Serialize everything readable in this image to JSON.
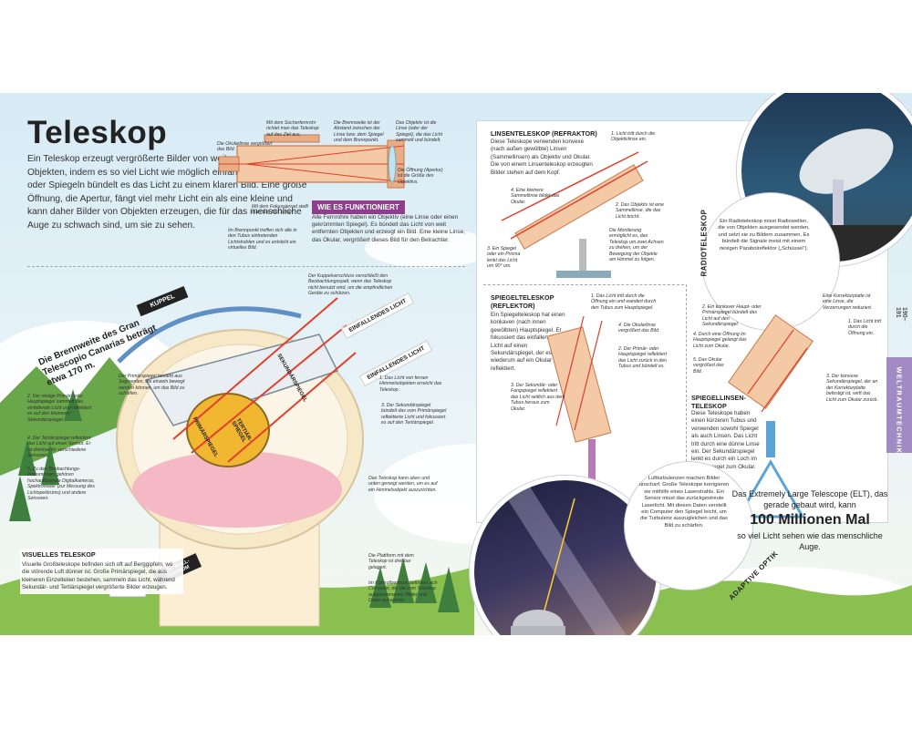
{
  "title": "Teleskop",
  "intro": "Ein Teleskop erzeugt vergrößerte Bilder von weit entfernten Objekten, indem es so viel Licht wie möglich einfängt. Mit Linsen oder Spiegeln bündelt es das Licht zu einem klaren Bild. Eine große Öffnung, die Apertur, fängt viel mehr Licht ein als eine kleine und kann daher Bilder von Objekten erzeugen, die für das menschliche Auge zu schwach sind, um sie zu sehen.",
  "diagram_labels": {
    "okular": "Die Okularlinse vergrößert das Bild.",
    "sucher": "Mit dem Sucherfernrohr richtet man das Teleskop auf das Ziel aus.",
    "brennweite": "Die Brennweite ist der Abstand zwischen der Linse bzw. dem Spiegel und dem Brennpunkt.",
    "objektiv": "Das Objektiv ist die Linse (oder der Spiegel), die das Licht sammelt und bündelt.",
    "oeffnung": "Die Öffnung (Apertur) ist die Größe des Objektivs.",
    "fokussier": "Mit dem Fokussierrad stellt man das Bild scharf.",
    "brennpunkt": "Im Brennpunkt treffen sich alle in den Tubus eintretenden Lichtstrahlen und es entsteht ein virtuelles Bild."
  },
  "how": {
    "heading": "WIE ES FUNKTIONIERT",
    "text": "Alle Fernrohre haben ein Objektiv (eine Linse oder einen gekrümmten Spiegel). Es bündelt das Licht von weit entfernten Objekten und erzeugt ein Bild. Eine kleine Linse, das Okular, vergrößert dieses Bild für den Betrachter."
  },
  "observatory": {
    "kuppel": "KUPPEL",
    "brennweite_title": "Die Brennweite des Gran Telescopio Canarias beträgt etwa 170 m.",
    "einfallendes1": "EINFALLENDES LICHT",
    "einfallendes2": "EINFALLENDES LICHT",
    "sekundaer": "SEKUNDÄRSPIEGEL",
    "primaer": "PRIMÄRSPIEGEL",
    "tertiaer": "TERTIÄR-SPIEGEL",
    "kontrollzentrum": "KONTROLL-ZENTRUM",
    "kuppelverschluss": "Der Kuppelverschluss verschließt den Beobachtungsspalt, wenn das Teleskop nicht benutzt wird, um die empfindlichen Geräte zu schützen.",
    "primaer_note": "Der Primärspiegel besteht aus Segmenten, die einzeln bewegt werden können, um das Bild zu schärfen.",
    "step1": "1. Das Licht von fernen Himmelsobjekten erreicht das Teleskop.",
    "step2": "2. Der riesige Primär- oder Hauptspiegel sammelt das einfallende Licht und reflektiert es auf den kleineren Sekundärspiegel.",
    "step3": "3. Der Sekundärspiegel bündelt das vom Primärspiegel reflektierte Licht und fokussiert es auf den Tertiärspiegel.",
    "step4": "4. Der Tertiärspiegel reflektiert das Licht auf einen Sensor. Er ist drehbar für verschiedene Sensoren.",
    "step5": "5. Zu den Beobachtungs-Instrumenten gehören hochauflösende Digitalkameras, Spektrometer (zur Messung des Lichtspektrums) und andere Sensoren.",
    "drehbar": "Das Teleskop kann oben und unten geneigt werden, um es auf ein Himmelsobjekt auszurichten.",
    "plattform": "Die Plattform mit dem Teleskop ist drehbar gelagert.",
    "kontroll_note": "Im Kontrollzentrum befinden sich Computer, die die vom Teleskop aufgenommenen Bilder und Daten auswerten."
  },
  "visuell": {
    "heading": "VISUELLES TELESKOP",
    "text": "Visuelle Großteleskope befinden sich oft auf Berggipfeln, wo die störende Luft dünner ist. Große Primärspiegel, die aus kleineren Einzelteilen bestehen, sammeln das Licht, während Sekundär- und Tertiärspiegel vergrößerte Bilder erzeugen."
  },
  "linsen": {
    "heading": "LINSENTELESKOP (REFRAKTOR)",
    "text": "Diese Teleskope verwenden konvexe (nach außen gewölbte) Linsen (Sammellinsen) als Objektiv und Okular. Die von einem Linsenteleskop erzeugten Bilder stehen auf dem Kopf.",
    "l1": "1. Licht tritt durch die Objektivlinse ein.",
    "l2": "2. Das Objektiv ist eine Sammellinse, die das Licht bricht.",
    "l3": "3. Ein Spiegel oder ein Prisma lenkt das Licht um 90° um.",
    "l4": "4. Eine kleinere Sammellinse bildet das Okular.",
    "montierung": "Die Montierung ermöglicht es, das Teleskop um zwei Achsen zu drehen, um der Bewegung der Objekte am Himmel zu folgen."
  },
  "radio": {
    "label": "RADIOTELESKOP",
    "text": "Ein Radioteleskop misst Radiowellen, die von Objekten ausgesendet werden, und setzt sie zu Bildern zusammen. Es bündelt die Signale meist mit einem riesigen Parabolreflektor („Schüssel“)."
  },
  "spiegel": {
    "heading": "SPIEGELTELESKOP (REFLEKTOR)",
    "text": "Ein Spiegelteleskop hat einen konkaven (nach innen gewölbten) Hauptspiegel. Er fokussiert das einfallende Licht auf einen Sekundärspiegel, der es wiederum auf ein Okular reflektiert.",
    "s1": "1. Das Licht tritt durch die Öffnung ein und wandert durch den Tubus zum Hauptspiegel.",
    "s2": "2. Der Primär- oder Hauptspiegel reflektiert das Licht zurück in den Tubus und bündelt es.",
    "s3": "3. Der Sekundär- oder Fangspiegel reflektiert das Licht seitlich aus dem Tubus heraus zum Okular.",
    "s4": "4. Die Okularlinse vergrößert das Bild."
  },
  "spiegellinsen": {
    "heading": "SPIEGELLINSEN-TELESKOP",
    "text": "Diese Teleskope haben einen kürzeren Tubus und verwenden sowohl Spiegel als auch Linsen. Das Licht tritt durch eine dünne Linse ein. Der Sekundärspiegel lenkt es durch ein Loch im Hauptspiegel zum Okular.",
    "korrektur": "Eine Korrekturplatte ist eine Linse, die Verzerrungen reduziert.",
    "k1": "1. Das Licht tritt durch die Öffnung ein.",
    "k2": "2. Ein konkaver Haupt- oder Primärspiegel bündelt das Licht auf den Sekundärspiegel.",
    "k3": "3. Der konvexe Sekundärspiegel, der an der Korrekturplatte befestigt ist, wirft das Licht zum Okular zurück.",
    "k4": "4. Durch eine Öffnung im Hauptspiegel gelangt das Licht zum Okular.",
    "k5": "5. Das Okular vergrößert das Bild."
  },
  "adaptive": {
    "label": "ADAPTIVE OPTIK",
    "text": "Luftturbulenzen machen Bilder unscharf. Große Teleskope korrigieren sie mithilfe eines Laserstrahls. Ein Sensor misst das zurückgestreute Laserlicht. Mit diesen Daten verstellt ein Computer den Spiegel leicht, um die Turbulenz auszugleichen und das Bild zu schärfen."
  },
  "elt": {
    "pre": "Das Extremely Large Telescope (ELT), das gerade gebaut wird, kann",
    "big": "100 Millionen Mal",
    "post": "so viel Licht sehen wie das menschliche Auge."
  },
  "side": {
    "pages": "190–191",
    "section": "WELTRAUMTECHNIK"
  },
  "colors": {
    "accent": "#8f3e8e",
    "tab": "#a28bc4",
    "light": "#e0402c",
    "tube": "#d98a5a"
  }
}
